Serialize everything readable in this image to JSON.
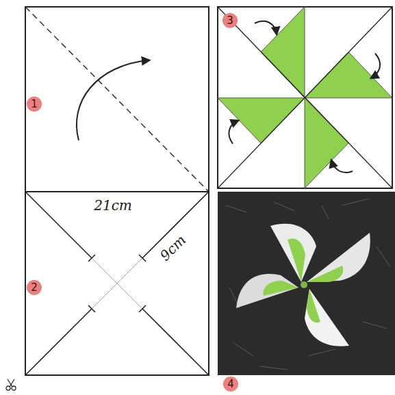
{
  "diagram": {
    "labels": [
      "1",
      "21cm",
      "9cm",
      "2",
      "3",
      "4"
    ]
  }
}
